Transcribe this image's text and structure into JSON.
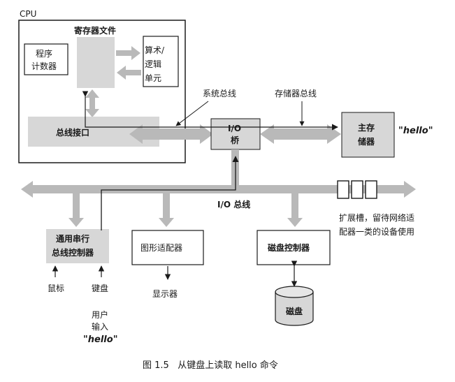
{
  "colors": {
    "bus": "#b9b9b9",
    "block": "#d7d7d7",
    "line": "#1a1a1a",
    "panel": "#ffffff"
  },
  "labels": {
    "cpu": "CPU",
    "register_file": "寄存器文件",
    "pc_line1": "程序",
    "pc_line2": "计数器",
    "alu_line1": "算术/",
    "alu_line2": "逻辑",
    "alu_line3": "单元",
    "bus_interface": "总线接口",
    "system_bus": "系统总线",
    "memory_bus": "存储器总线",
    "io_bridge_line1": "I/O",
    "io_bridge_line2": "桥",
    "main_memory_line1": "主存",
    "main_memory_line2": "储器",
    "hello_memory": "\"hello\"",
    "io_bus": "I/O 总线",
    "expansion_line1": "扩展槽，留待网络适",
    "expansion_line2": "配器一类的设备使用",
    "usb_line1": "通用串行",
    "usb_line2": "总线控制器",
    "graphics_adapter": "图形适配器",
    "disk_controller": "磁盘控制器",
    "mouse": "鼠标",
    "keyboard": "键盘",
    "display": "显示器",
    "disk": "磁盘",
    "user_input_line1": "用户",
    "user_input_line2": "输入",
    "hello_input": "\"hello\"",
    "caption": "图 1.5   从键盘上读取 hello 命令"
  }
}
